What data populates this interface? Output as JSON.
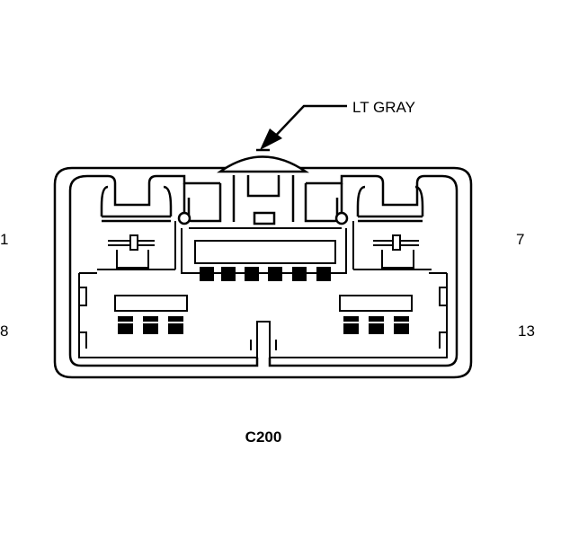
{
  "diagram": {
    "connector_id": "C200",
    "color_label": "LT GRAY",
    "pin_labels": {
      "top_left": "1",
      "top_right": "7",
      "bottom_left": "8",
      "bottom_right": "13"
    }
  },
  "colors": {
    "line": "#000000",
    "background": "#ffffff"
  }
}
